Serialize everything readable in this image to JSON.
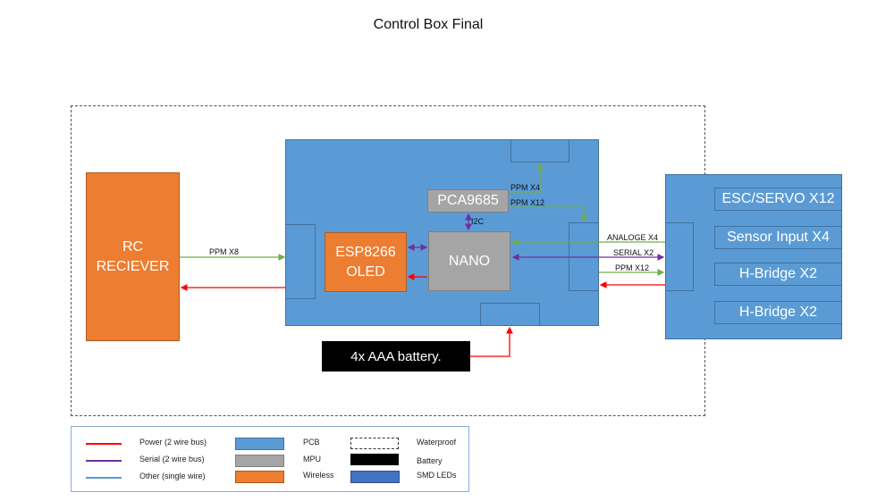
{
  "title": "Control Box Final",
  "rc_receiver": {
    "line1": "RC",
    "line2": "RECIEVER"
  },
  "esp": {
    "line1": "ESP8266",
    "line2": "OLED"
  },
  "nano": "NANO",
  "pca": "PCA9685",
  "battery": "4x AAA battery.",
  "outputs": [
    "ESC/SERVO X12",
    "Sensor Input X4",
    "H-Bridge X2",
    "H-Bridge X2"
  ],
  "wire_labels": {
    "ppm_x8": "PPM X8",
    "ppm_x4": "PPM X4",
    "ppm_x12_top": "PPM X12",
    "i2c": "I2C",
    "analoge_x4": "ANALOGE X4",
    "serial_x2": "SERIAL X2",
    "ppm_x12_right": "PPM X12"
  },
  "colors": {
    "power": "#ff0000",
    "serial": "#7030a0",
    "other": "#70ad47",
    "pcb": "#5b9bd5",
    "mpu": "#a5a5a5",
    "wireless": "#ed7d31",
    "battery": "#000000",
    "smd_leds": "#4472c4"
  },
  "legend": {
    "lines": [
      {
        "label": "Power (2 wire bus)",
        "color": "#ff0000"
      },
      {
        "label": "Serial (2 wire bus)",
        "color": "#7030a0"
      },
      {
        "label": "Other (single wire)",
        "color": "#5b9bd5"
      }
    ],
    "fills": [
      {
        "label": "PCB",
        "color": "#5b9bd5"
      },
      {
        "label": "MPU",
        "color": "#a5a5a5"
      },
      {
        "label": "Wireless",
        "color": "#ed7d31"
      }
    ],
    "extra": [
      {
        "label": "Waterproof",
        "style": "dashed"
      },
      {
        "label": "Battery",
        "color": "#000000"
      },
      {
        "label": "SMD LEDs",
        "color": "#4472c4"
      }
    ]
  }
}
